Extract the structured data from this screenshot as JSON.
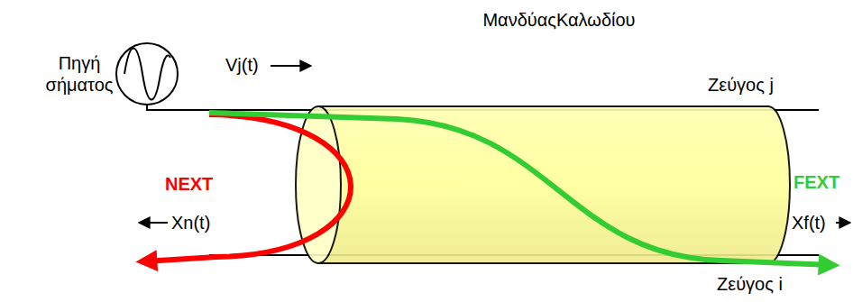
{
  "diagram": {
    "labels": [
      "ΜανδύαςΚαλωδίου",
      "Πηγή σήματος",
      "Vj(t)",
      "Ζεύγος j",
      "NEXT",
      "FEXT",
      "Xn(t)",
      "Xf(t)",
      "Ζεύγος i"
    ]
  }
}
